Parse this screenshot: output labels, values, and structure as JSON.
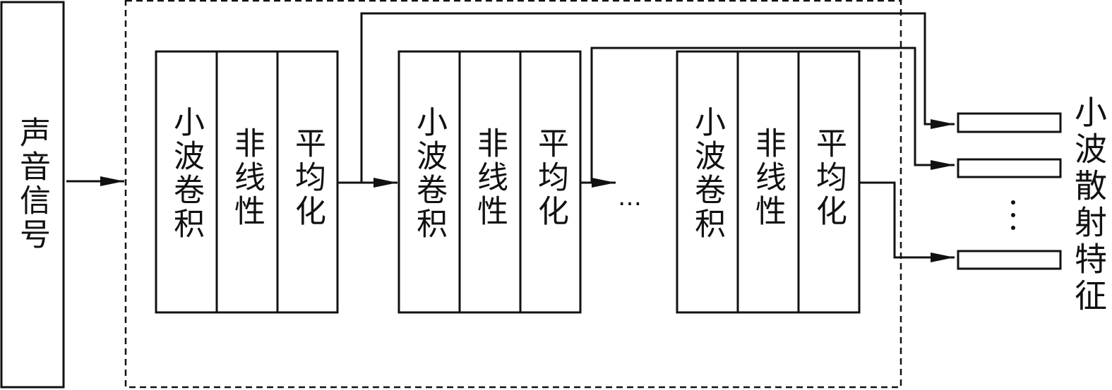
{
  "input_label": "声音信号",
  "stages": [
    {
      "layers": [
        "小波卷积",
        "非线性",
        "平均化"
      ]
    },
    {
      "layers": [
        "小波卷积",
        "非线性",
        "平均化"
      ]
    },
    {
      "layers": [
        "小波卷积",
        "非线性",
        "平均化"
      ]
    }
  ],
  "ellipsis_h": "…",
  "ellipsis_v": "⋮",
  "output_label": "小波散射特征"
}
